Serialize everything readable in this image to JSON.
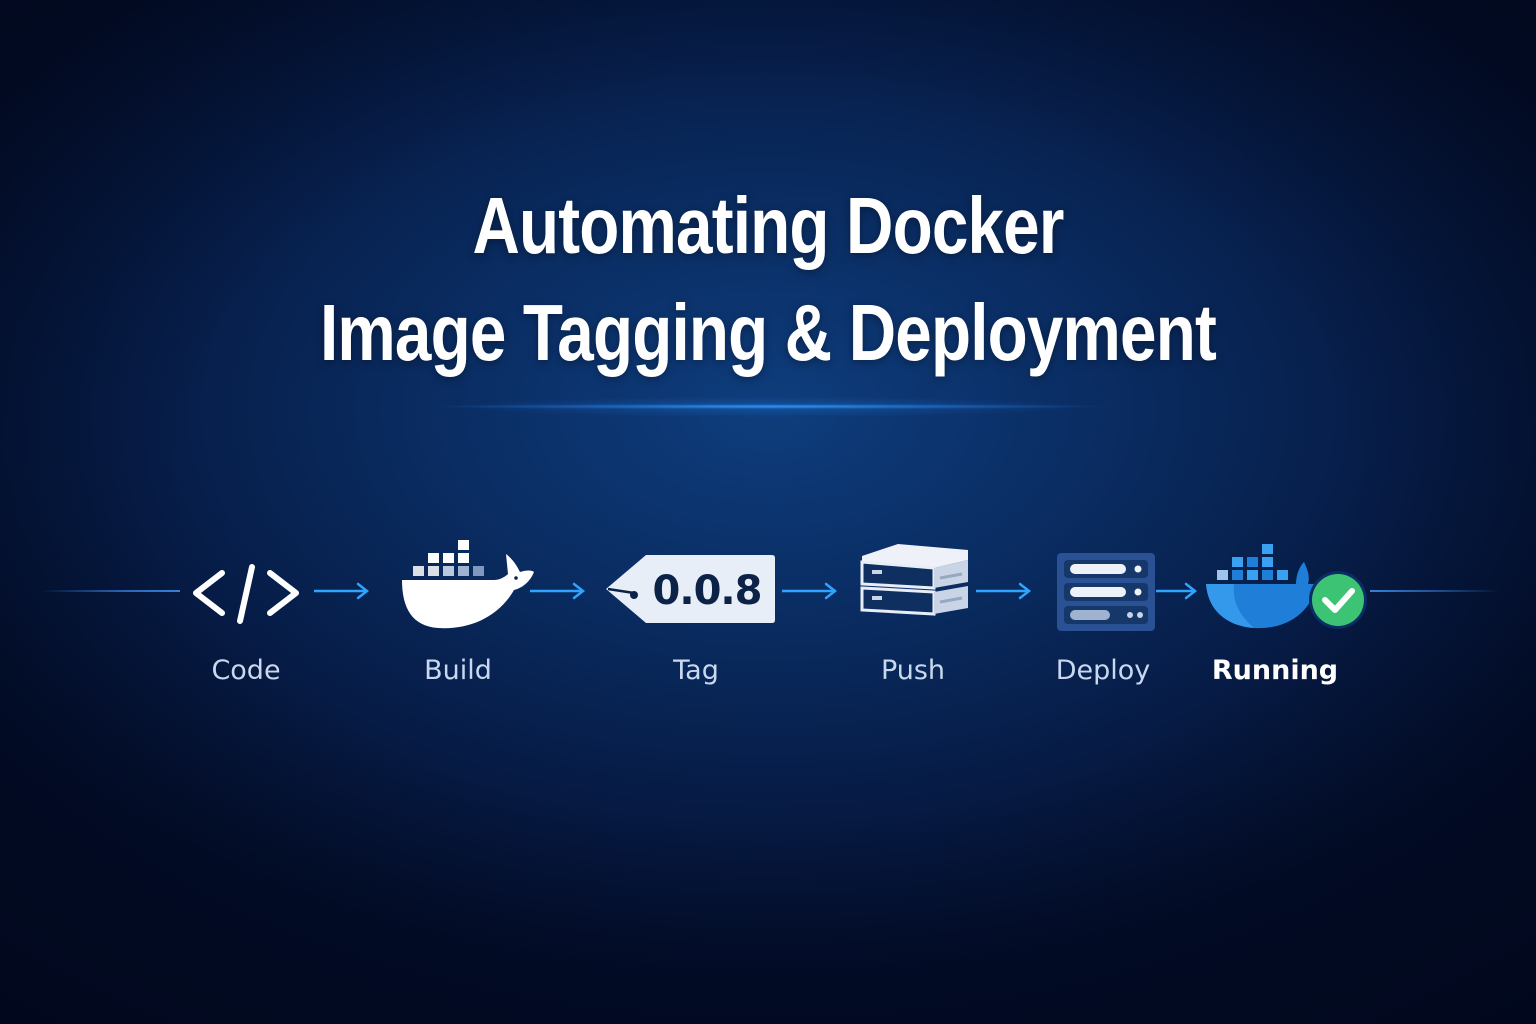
{
  "title": {
    "line1": "Automating Docker",
    "line2": "Image Tagging & Deployment"
  },
  "pipeline": {
    "steps": [
      {
        "label": "Code",
        "icon": "code-brackets-icon"
      },
      {
        "label": "Build",
        "icon": "docker-whale-icon"
      },
      {
        "label": "Tag",
        "icon": "version-tag-icon",
        "tag_value": "0.0.8"
      },
      {
        "label": "Push",
        "icon": "registry-stack-icon"
      },
      {
        "label": "Deploy",
        "icon": "server-rack-icon"
      },
      {
        "label": "Running",
        "icon": "docker-whale-check-icon"
      }
    ],
    "connector": "arrow-right-icon"
  },
  "colors": {
    "background": "#0a2d63",
    "accent": "#2fa4ff",
    "success": "#3cc374",
    "docker_blue": "#2a8ae0",
    "label": "#c9d8ee"
  }
}
